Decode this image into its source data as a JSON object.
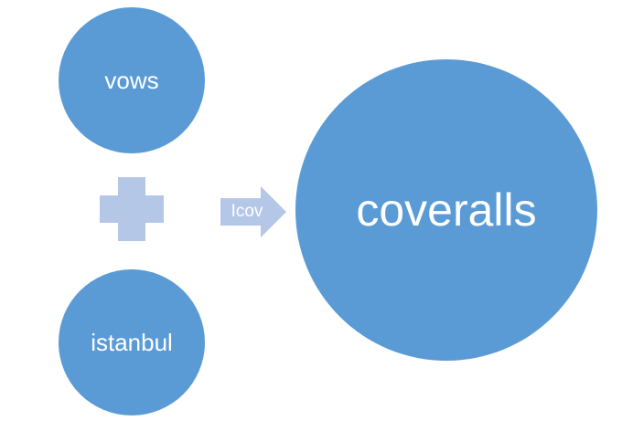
{
  "diagram": {
    "inputs": [
      {
        "label": "vows"
      },
      {
        "label": "istanbul"
      }
    ],
    "operator": "plus",
    "arrow": {
      "label": "Icov"
    },
    "result": {
      "label": "coveralls"
    },
    "colors": {
      "circle": "#5b9bd5",
      "operator": "#b4c7e7",
      "arrow": "#b4c7e7",
      "text": "#ffffff"
    }
  }
}
